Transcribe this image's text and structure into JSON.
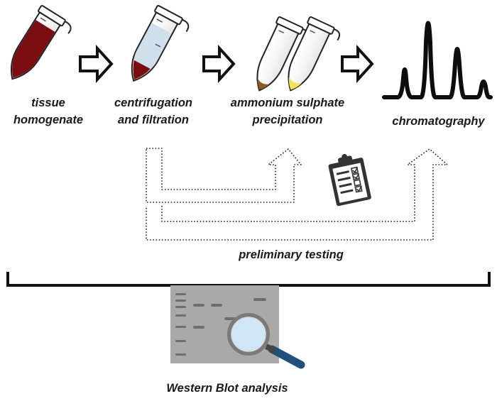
{
  "steps": [
    {
      "lines": [
        "tissue",
        "homogenate"
      ],
      "icon": "blood-tube-icon"
    },
    {
      "lines": [
        "centrifugation",
        "and filtration"
      ],
      "icon": "centrifuged-tube-icon"
    },
    {
      "lines": [
        "ammonium sulphate",
        "precipitation"
      ],
      "icon": "precipitate-tubes-icon"
    },
    {
      "lines": [
        "chromatography"
      ],
      "icon": "chromatogram-peaks-icon"
    }
  ],
  "preliminary_label": "preliminary testing",
  "western_blot_label": "Western Blot analysis",
  "icons": {
    "checklist": "clipboard-checklist-icon",
    "magnifier": "magnifying-glass-icon",
    "blot": "blot-membrane-icon"
  },
  "colors": {
    "blood": "#7a0d0f",
    "supernatant": "#cfe0ec",
    "brown_pellet": "#8a5a1c",
    "yellow_pellet": "#f3e35a",
    "membrane": "#a9a9a9",
    "band": "#6e6e6e",
    "lens": "#cfe6f7",
    "handle": "#1f4f7a"
  }
}
